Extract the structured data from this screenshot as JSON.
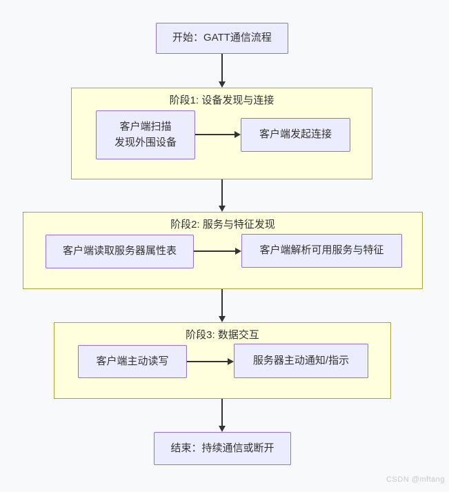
{
  "colors": {
    "page_bg": "#f8f9fa",
    "node_fill": "#ececff",
    "node_border": "#9370db",
    "stage_fill": "#ffffde",
    "stage_border": "#aaaa33",
    "edge": "#333333",
    "text": "#333333",
    "watermark": "#c9c9c9"
  },
  "diagram": {
    "start": {
      "label": "开始：GATT通信流程"
    },
    "stages": [
      {
        "title": "阶段1: 设备发现与连接",
        "boxes": [
          {
            "label": "客户端扫描\n发现外围设备"
          },
          {
            "label": "客户端发起连接"
          }
        ]
      },
      {
        "title": "阶段2: 服务与特征发现",
        "boxes": [
          {
            "label": "客户端读取服务器属性表"
          },
          {
            "label": "客户端解析可用服务与特征"
          }
        ]
      },
      {
        "title": "阶段3: 数据交互",
        "boxes": [
          {
            "label": "客户端主动读写"
          },
          {
            "label": "服务器主动通知/指示"
          }
        ]
      }
    ],
    "end": {
      "label": "结束：持续通信或断开"
    }
  },
  "watermark": {
    "text": "CSDN @mftang"
  }
}
